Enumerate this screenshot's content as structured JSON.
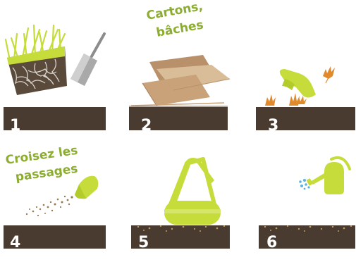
{
  "steps": [
    {
      "number": "1",
      "caption_lines": []
    },
    {
      "number": "2",
      "caption_lines": [
        "Cartons,",
        "bâches"
      ]
    },
    {
      "number": "3",
      "caption_lines": []
    },
    {
      "number": "4",
      "caption_lines": [
        "Croisez les",
        "passages"
      ]
    },
    {
      "number": "5",
      "caption_lines": []
    },
    {
      "number": "6",
      "caption_lines": []
    }
  ],
  "illustrations": {
    "step1": [
      "grass-clump-icon",
      "spade-icon"
    ],
    "step2": [
      "cardboard-sheets-icon"
    ],
    "step3": [
      "gloved-hand-icon",
      "weed-icon"
    ],
    "step4": [
      "seed-bag-icon",
      "seeds-icon"
    ],
    "step5": [
      "lawn-roller-icon"
    ],
    "step6": [
      "watering-can-icon",
      "water-drops-icon"
    ]
  },
  "colors": {
    "soil": "#4a3b30",
    "accent_green": "#8cad2f",
    "lime": "#c6dc3a",
    "cardboard": "#c9a27a",
    "weed_orange": "#e08a2c",
    "water_blue": "#5ab4de",
    "number_text": "#ffffff"
  }
}
